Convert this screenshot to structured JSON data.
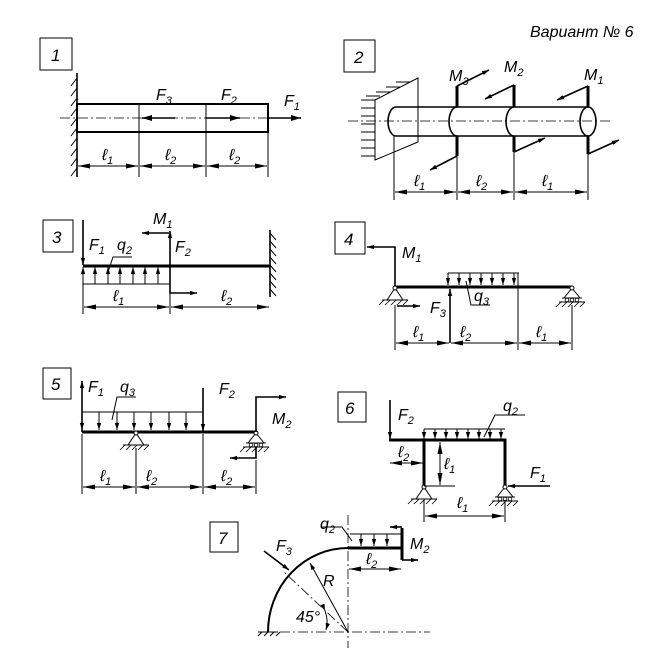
{
  "title": "Вариант № 6",
  "p1": {
    "num": "1",
    "F3": {
      "s": "F",
      "i": "3"
    },
    "F2": {
      "s": "F",
      "i": "2"
    },
    "F1": {
      "s": "F",
      "i": "1"
    },
    "d1": {
      "s": "ℓ",
      "i": "1"
    },
    "d2": {
      "s": "ℓ",
      "i": "2"
    },
    "d3": {
      "s": "ℓ",
      "i": "2"
    }
  },
  "p2": {
    "num": "2",
    "M3": {
      "s": "M",
      "i": "3"
    },
    "M2": {
      "s": "M",
      "i": "2"
    },
    "M1": {
      "s": "M",
      "i": "1"
    },
    "d1": {
      "s": "ℓ",
      "i": "1"
    },
    "d2": {
      "s": "ℓ",
      "i": "2"
    },
    "d3": {
      "s": "ℓ",
      "i": "1"
    }
  },
  "p3": {
    "num": "3",
    "F1": {
      "s": "F",
      "i": "1"
    },
    "q2": {
      "s": "q",
      "i": "2"
    },
    "M1": {
      "s": "M",
      "i": "1"
    },
    "F2": {
      "s": "F",
      "i": "2"
    },
    "d1": {
      "s": "ℓ",
      "i": "1"
    },
    "d2": {
      "s": "ℓ",
      "i": "2"
    }
  },
  "p4": {
    "num": "4",
    "M1": {
      "s": "M",
      "i": "1"
    },
    "F3": {
      "s": "F",
      "i": "3"
    },
    "q3": {
      "s": "q",
      "i": "3"
    },
    "d1": {
      "s": "ℓ",
      "i": "1"
    },
    "d2": {
      "s": "ℓ",
      "i": "2"
    },
    "d3": {
      "s": "ℓ",
      "i": "1"
    }
  },
  "p5": {
    "num": "5",
    "F1": {
      "s": "F",
      "i": "1"
    },
    "q3": {
      "s": "q",
      "i": "3"
    },
    "F2": {
      "s": "F",
      "i": "2"
    },
    "M2": {
      "s": "M",
      "i": "2"
    },
    "d1": {
      "s": "ℓ",
      "i": "1"
    },
    "d2": {
      "s": "ℓ",
      "i": "2"
    },
    "d3": {
      "s": "ℓ",
      "i": "2"
    }
  },
  "p6": {
    "num": "6",
    "F2": {
      "s": "F",
      "i": "2"
    },
    "q2": {
      "s": "q",
      "i": "2"
    },
    "F1": {
      "s": "F",
      "i": "1"
    },
    "d1": {
      "s": "ℓ",
      "i": "2"
    },
    "d2": {
      "s": "ℓ",
      "i": "1"
    },
    "d3": {
      "s": "ℓ",
      "i": "1"
    }
  },
  "p7": {
    "num": "7",
    "q2": {
      "s": "q",
      "i": "2"
    },
    "M2": {
      "s": "M",
      "i": "2"
    },
    "F3": {
      "s": "F",
      "i": "3"
    },
    "R": "R",
    "angle": "45°",
    "d1": {
      "s": "ℓ",
      "i": "2"
    }
  }
}
